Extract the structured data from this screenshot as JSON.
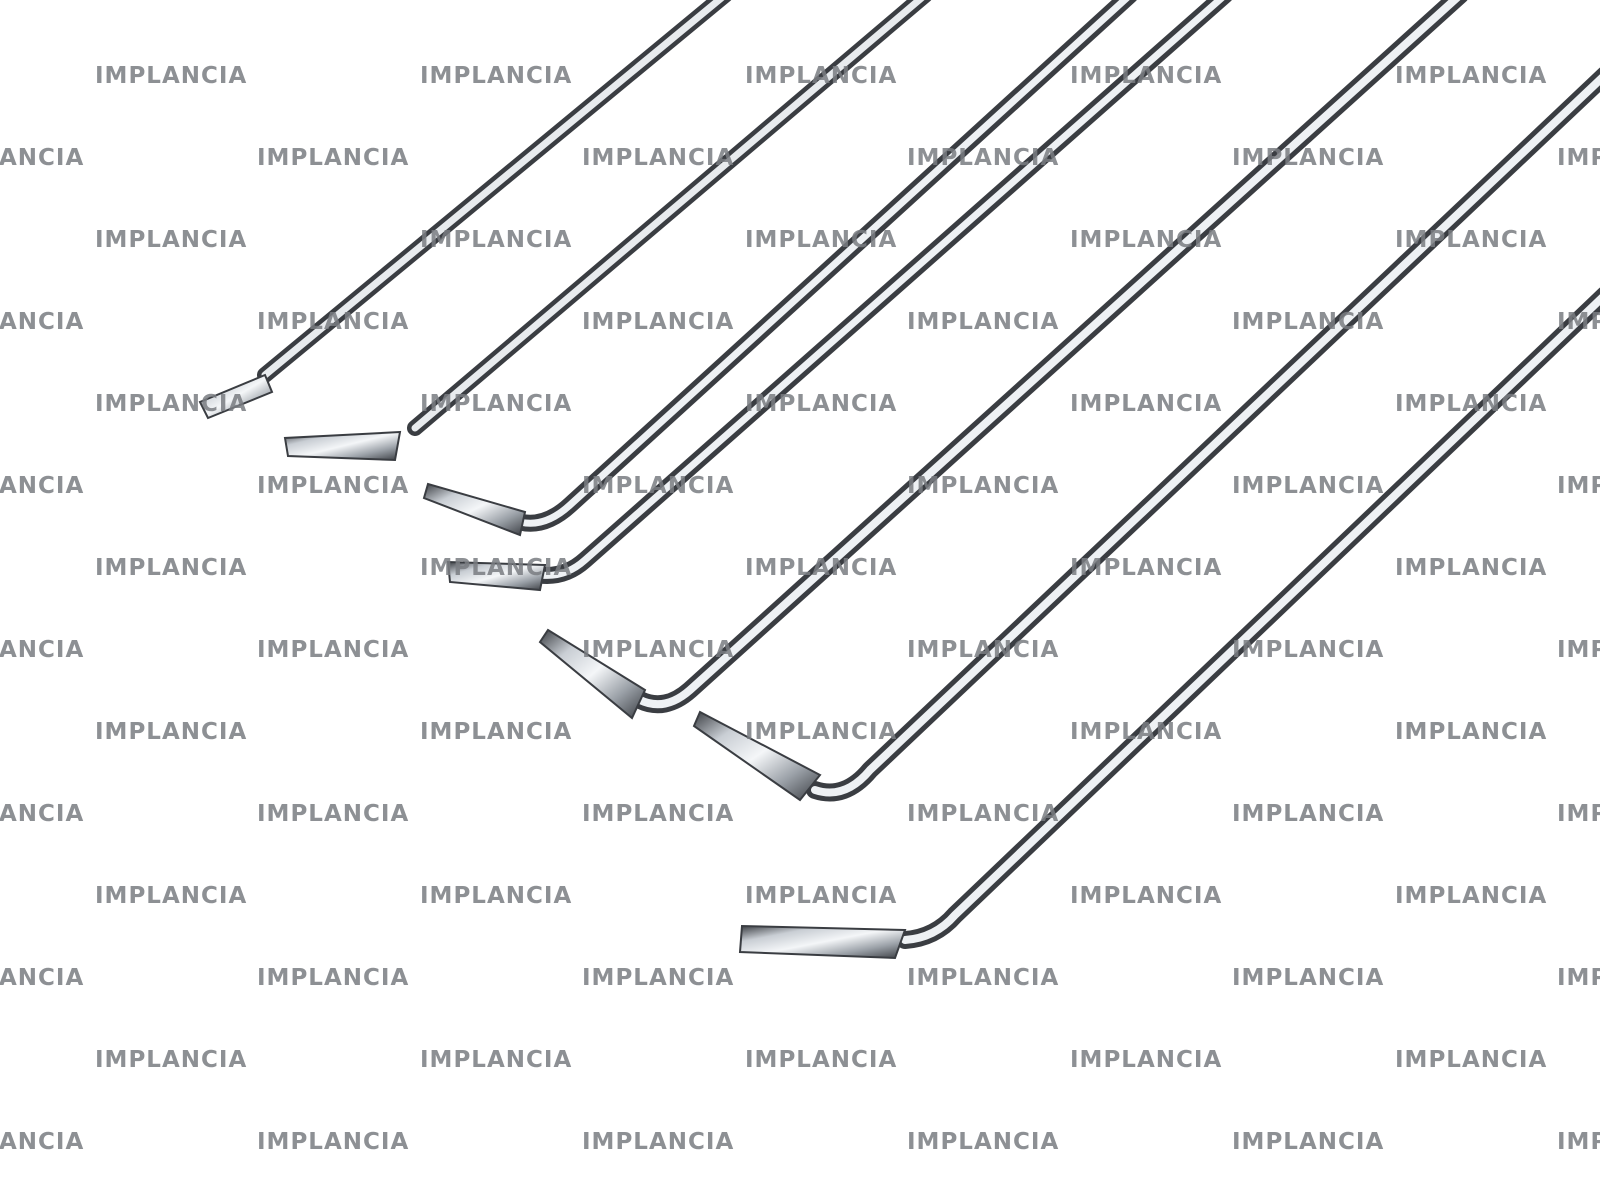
{
  "image": {
    "subject": "Set of angled dental plastic-filling instruments (stainless steel)",
    "background_color": "#ffffff",
    "instrument_count": 7
  },
  "watermark": {
    "text": "IMPLANCIA",
    "text_color": "#7a7d82",
    "accent_color": "#4a90d9",
    "rows": 14,
    "tiles_per_row": 6
  },
  "colors": {
    "steel_light": "#f4f6f8",
    "steel_mid": "#b9bec4",
    "steel_dark": "#3a3d42"
  }
}
